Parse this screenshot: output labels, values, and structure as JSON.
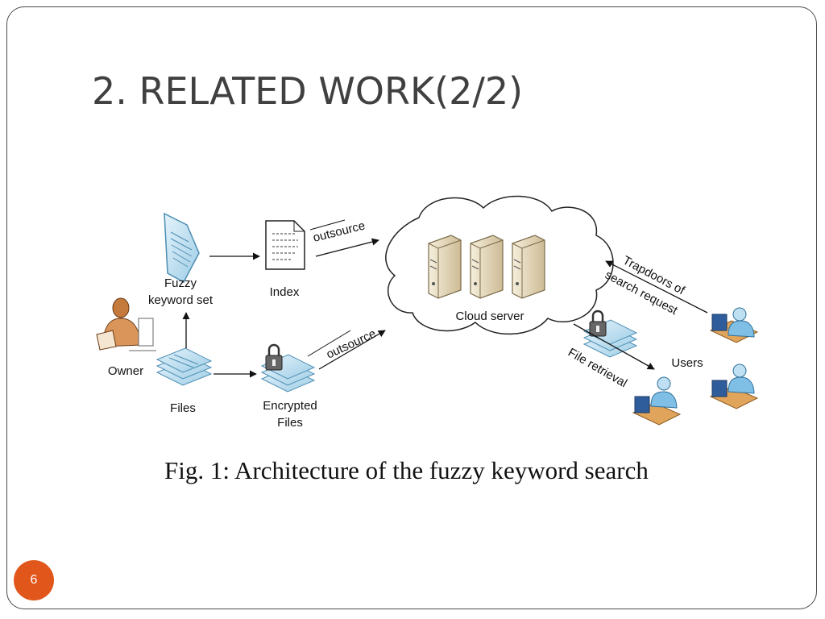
{
  "slide": {
    "title": "2. RELATED WORK(2/2)",
    "page_number": "6"
  },
  "figure": {
    "caption": "Fig. 1: Architecture of the fuzzy keyword search",
    "nodes": {
      "fuzzy_line1": "Fuzzy",
      "fuzzy_line2": "keyword set",
      "index": "Index",
      "owner": "Owner",
      "files": "Files",
      "encrypted_line1": "Encrypted",
      "encrypted_line2": "Files",
      "cloud_server": "Cloud server",
      "users": "Users"
    },
    "edges": {
      "outsource_index": "outsource",
      "outsource_files": "outsource",
      "trapdoors_line1": "Trapdoors of",
      "trapdoors_line2": "search request",
      "file_retrieval": "File retrieval"
    }
  },
  "colors": {
    "accent": "#e0561b",
    "title": "#404040",
    "doc_fill": "#bfe0f2",
    "doc_stroke": "#4d8fb3",
    "server_fill": "#e9ddc2"
  }
}
